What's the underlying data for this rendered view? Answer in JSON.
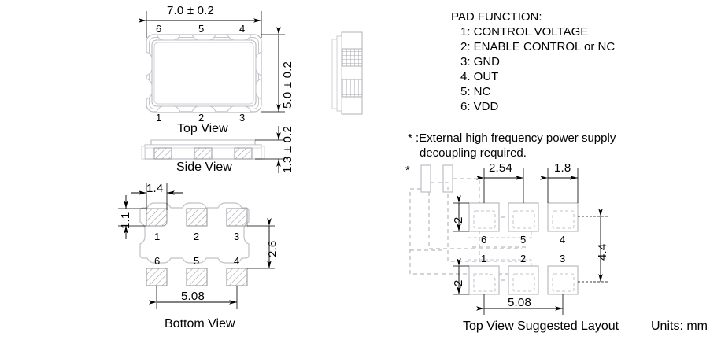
{
  "units_note": "Units: mm",
  "views": {
    "top": {
      "label": "Top View",
      "width_dim": "7.0 ± 0.2",
      "height_dim": "5.0 ± 0.2",
      "pins_top": [
        "6",
        "5",
        "4"
      ],
      "pins_bottom": [
        "1",
        "2",
        "3"
      ]
    },
    "side": {
      "label": "Side View",
      "height_dim": "1.3 ± 0.2"
    },
    "bottom": {
      "label": "Bottom View",
      "pad_width_dim": "1.4",
      "pad_height_dim": "1.1",
      "pad_pitch_vert_dim": "2.6",
      "pad_pitch_horz_dim": "5.08",
      "pins_top": [
        "1",
        "2",
        "3"
      ],
      "pins_bottom": [
        "6",
        "5",
        "4"
      ]
    },
    "layout": {
      "label": "Top View Suggested Layout",
      "pitch_dim": "2.54",
      "pad_width_dim": "1.8",
      "pad_height_left_top_dim": "2",
      "pad_height_left_bottom_dim": "2",
      "overall_height_dim": "4.4",
      "overall_width_dim": "5.08",
      "asterisk": "*",
      "pins_top": [
        "6",
        "5",
        "4"
      ],
      "pins_bottom": [
        "1",
        "2",
        "3"
      ]
    }
  },
  "pad_function": {
    "title": "PAD FUNCTION:",
    "items": [
      "1: CONTROL VOLTAGE",
      "2: ENABLE CONTROL or NC",
      "3: GND",
      "4. OUT",
      "5: NC",
      "6: VDD"
    ]
  },
  "footnote": {
    "line1": "* :External high frequency power supply",
    "line2": "decoupling required."
  },
  "colors": {
    "line": "#000000",
    "outline_light": "#b9b9c0",
    "hatch": "#8a8a90",
    "dashed": "#b9b9c0",
    "text": "#000000"
  }
}
